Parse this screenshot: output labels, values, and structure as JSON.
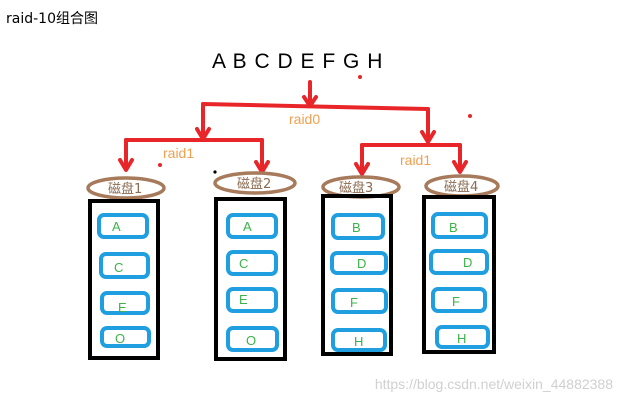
{
  "title": "raid-10组合图",
  "letters": "A B C D E F G H",
  "level0": {
    "label": "raid0"
  },
  "level1": [
    {
      "label": "raid1"
    },
    {
      "label": "raid1"
    }
  ],
  "disks": [
    {
      "name": "磁盘1",
      "blocks": [
        "A",
        "C",
        "E",
        "O"
      ]
    },
    {
      "name": "磁盘2",
      "blocks": [
        "A",
        "C",
        "E",
        "O"
      ]
    },
    {
      "name": "磁盘3",
      "blocks": [
        "B",
        "D",
        "F",
        "H"
      ]
    },
    {
      "name": "磁盘4",
      "blocks": [
        "B",
        "D",
        "F",
        "H"
      ]
    }
  ],
  "watermark": "https://blog.csdn.net/weixin_44882388",
  "colors": {
    "arrow": "#e8262a",
    "raid_label": "#f0a050",
    "ellipse": "#a67a5a",
    "disk_label": "#8b6a50",
    "block_border": "#1f9fe0",
    "block_text": "#3cb34a",
    "disk_border": "#000000"
  }
}
